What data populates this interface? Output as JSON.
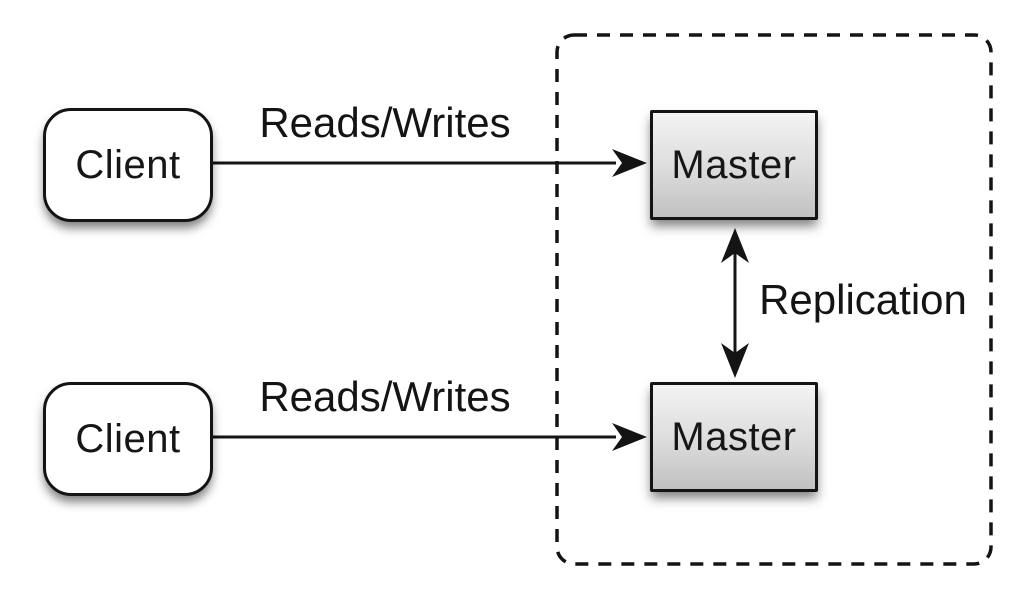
{
  "diagram": {
    "title": "master-master-replication-diagram",
    "nodes": {
      "client_top": {
        "label": "Client"
      },
      "client_bottom": {
        "label": "Client"
      },
      "master_top": {
        "label": "Master"
      },
      "master_bottom": {
        "label": "Master"
      }
    },
    "edges": {
      "reads_writes_top": {
        "label": "Reads/Writes",
        "from": "client_top",
        "to": "master_top",
        "direction": "right"
      },
      "reads_writes_bottom": {
        "label": "Reads/Writes",
        "from": "client_bottom",
        "to": "master_bottom",
        "direction": "right"
      },
      "replication": {
        "label": "Replication",
        "from": "master_top",
        "to": "master_bottom",
        "direction": "both"
      }
    },
    "groups": {
      "replication_cluster": {
        "style": "dashed-rounded-rect",
        "contains": [
          "master_top",
          "master_bottom"
        ]
      }
    },
    "colors": {
      "background": "#ffffff",
      "line": "#141414",
      "node_border": "#141414",
      "client_fill": "#ffffff",
      "master_gradient_top": "#f3f3f3",
      "master_gradient_bottom": "#c1c1c1",
      "text": "#141414"
    }
  }
}
